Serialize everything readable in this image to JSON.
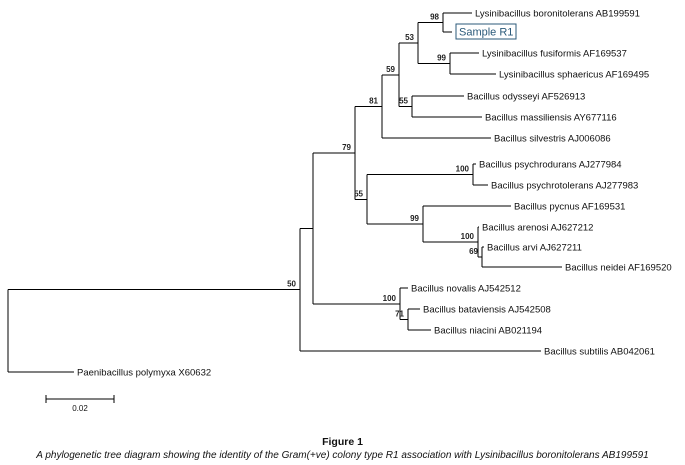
{
  "figure": {
    "title": "Figure 1",
    "caption": "A phylogenetic tree diagram showing the identity of the Gram(+ve) colony type R1 association with Lysinibacillus boronitolerans AB199591"
  },
  "tree": {
    "highlighted_leaf": "Sample R1",
    "leaves": [
      {
        "id": "l_boron",
        "label": "Lysinibacillus boronitolerans AB199591"
      },
      {
        "id": "l_sample",
        "label": "Sample R1"
      },
      {
        "id": "l_fusi",
        "label": "Lysinibacillus fusiformis AF169537"
      },
      {
        "id": "l_sphae",
        "label": "Lysinibacillus sphaericus AF169495"
      },
      {
        "id": "l_odys",
        "label": "Bacillus odysseyi AF526913"
      },
      {
        "id": "l_massi",
        "label": "Bacillus massiliensis AY677116"
      },
      {
        "id": "l_silv",
        "label": "Bacillus silvestris AJ006086"
      },
      {
        "id": "l_psydur",
        "label": "Bacillus psychrodurans AJ277984"
      },
      {
        "id": "l_psytol",
        "label": "Bacillus psychrotolerans AJ277983"
      },
      {
        "id": "l_pycnus",
        "label": "Bacillus pycnus AF169531"
      },
      {
        "id": "l_arenosi",
        "label": "Bacillus arenosi AJ627212"
      },
      {
        "id": "l_arvi",
        "label": "Bacillus arvi AJ627211"
      },
      {
        "id": "l_neidei",
        "label": "Bacillus neidei AF169520"
      },
      {
        "id": "l_novalis",
        "label": "Bacillus novalis AJ542512"
      },
      {
        "id": "l_batav",
        "label": "Bacillus bataviensis AJ542508"
      },
      {
        "id": "l_niacini",
        "label": "Bacillus niacini AB021194"
      },
      {
        "id": "l_subtilis",
        "label": "Bacillus subtilis AB042061"
      },
      {
        "id": "l_paeni",
        "label": "Paenibacillus polymyxa X60632"
      }
    ],
    "bootstrap_values": [
      {
        "node": "boron_sample",
        "value": "98"
      },
      {
        "node": "lysini_group",
        "value": "53"
      },
      {
        "node": "fusi_sphae",
        "value": "99"
      },
      {
        "node": "lysini_odys",
        "value": "59"
      },
      {
        "node": "odys_massi",
        "value": "55"
      },
      {
        "node": "with_silv",
        "value": "81"
      },
      {
        "node": "upper_lower",
        "value": "79"
      },
      {
        "node": "psychro_pair",
        "value": "100"
      },
      {
        "node": "psychro_pycnus_group",
        "value": "55"
      },
      {
        "node": "pycnus_group",
        "value": "99"
      },
      {
        "node": "arvi_group",
        "value": "100"
      },
      {
        "node": "arvi_neidei",
        "value": "69"
      },
      {
        "node": "novalis_group",
        "value": "100"
      },
      {
        "node": "batav_niacini",
        "value": "71"
      },
      {
        "node": "bacillus_root",
        "value": "50"
      }
    ],
    "scale_bar": {
      "label": "0.02",
      "value": 0.02
    }
  }
}
